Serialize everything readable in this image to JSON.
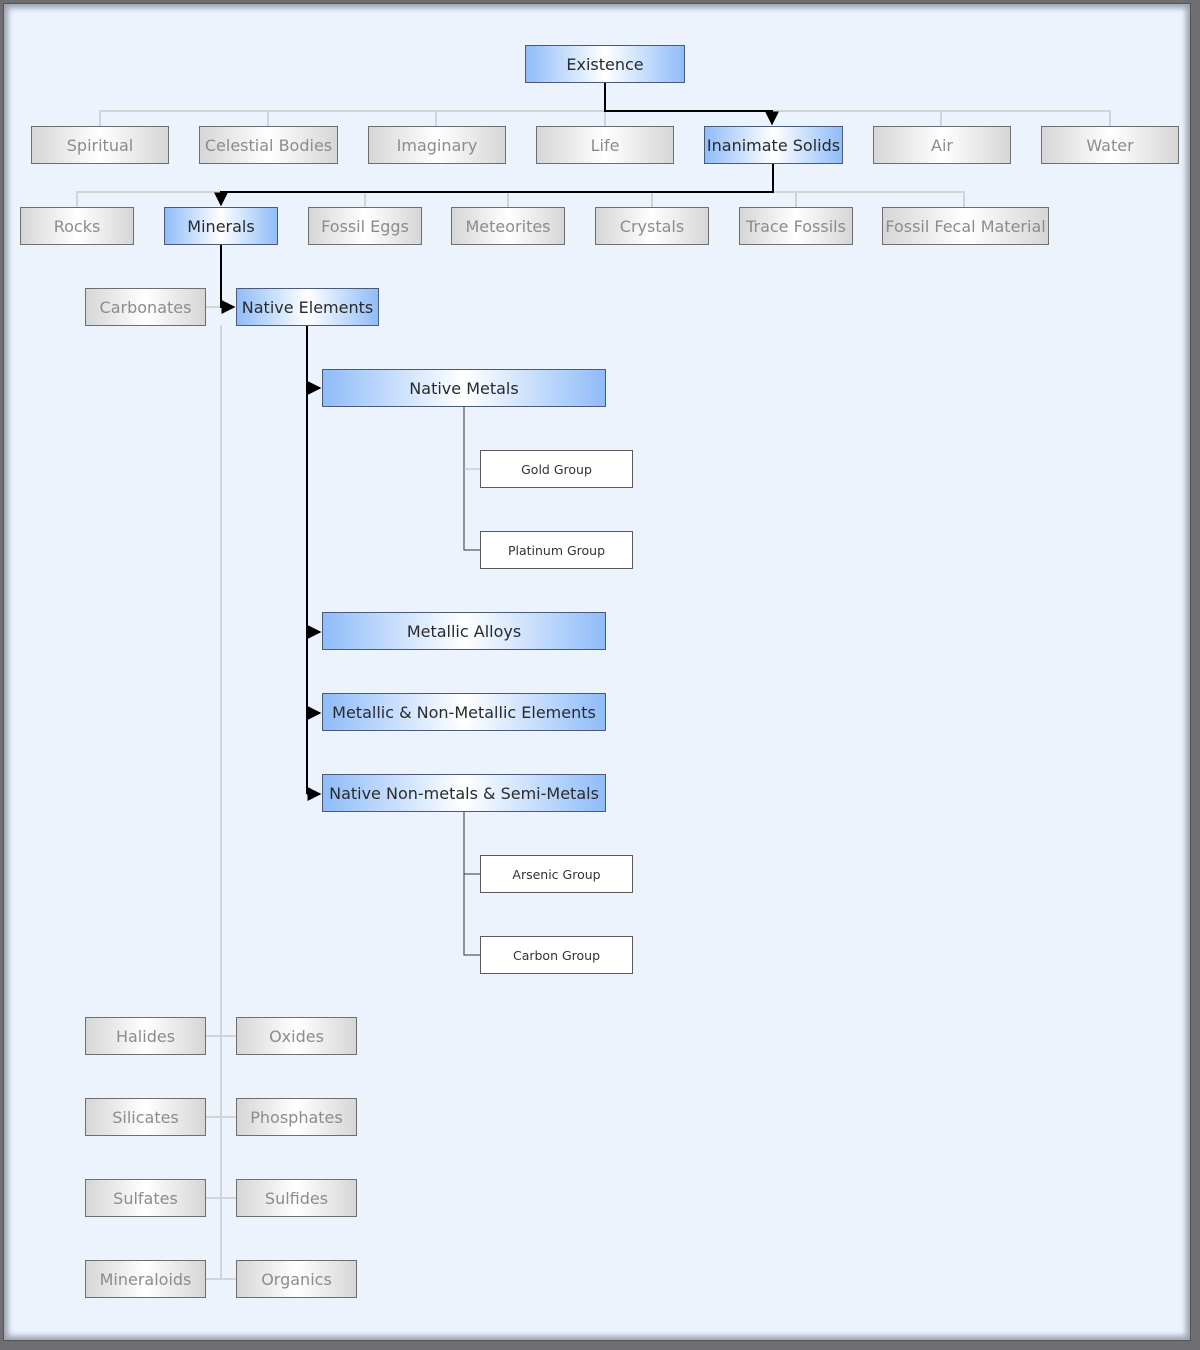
{
  "root": "Existence",
  "level1": {
    "spiritual": "Spiritual",
    "celestial": "Celestial Bodies",
    "imaginary": "Imaginary",
    "life": "Life",
    "inanimate": "Inanimate Solids",
    "air": "Air",
    "water": "Water"
  },
  "level2": {
    "rocks": "Rocks",
    "minerals": "Minerals",
    "fossil_eggs": "Fossil Eggs",
    "meteorites": "Meteorites",
    "crystals": "Crystals",
    "trace_fossils": "Trace Fossils",
    "fossil_fecal": "Fossil Fecal Material"
  },
  "minerals": {
    "carbonates": "Carbonates",
    "native_elements": "Native Elements",
    "halides": "Halides",
    "oxides": "Oxides",
    "silicates": "Silicates",
    "phosphates": "Phosphates",
    "sulfates": "Sulfates",
    "sulfides": "Sulfides",
    "mineraloids": "Mineraloids",
    "organics": "Organics"
  },
  "native": {
    "metals": "Native Metals",
    "alloys": "Metallic Alloys",
    "metallic_nonmetallic": "Metallic & Non-Metallic Elements",
    "nonmetals": "Native Non-metals & Semi-Metals"
  },
  "groups": {
    "gold": "Gold Group",
    "platinum": "Platinum Group",
    "arsenic": "Arsenic Group",
    "carbon": "Carbon Group"
  },
  "colors": {
    "highlight_gradient": "#8fbcf9",
    "inactive_gradient": "#d6d6d6",
    "background": "#edf3fd",
    "active_line": "#000000",
    "inactive_line": "#d4d4d4"
  }
}
